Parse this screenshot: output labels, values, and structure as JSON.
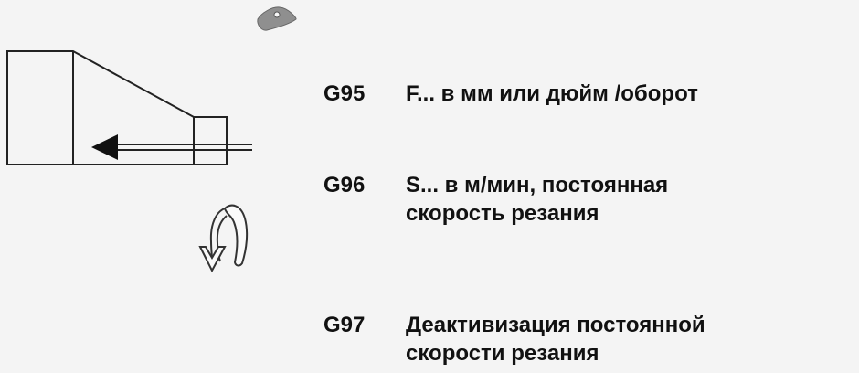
{
  "codes": [
    {
      "code": "G95",
      "lines": [
        "F... в мм или дюйм /оборот"
      ]
    },
    {
      "code": "G96",
      "lines": [
        "S... в м/мин, постоянная",
        "скорость резания"
      ]
    },
    {
      "code": "G97",
      "lines": [
        "Деактивизация постоянной",
        "скорости резания"
      ]
    }
  ],
  "colors": {
    "background": "#f4f4f4",
    "outline": "#222222",
    "text": "#111111",
    "tool_insert": "#8f8f8f"
  },
  "icons": {
    "tool": "cutting-insert-icon",
    "feed": "feed-direction-arrow-icon",
    "rotation": "spindle-rotation-arrow-icon"
  }
}
